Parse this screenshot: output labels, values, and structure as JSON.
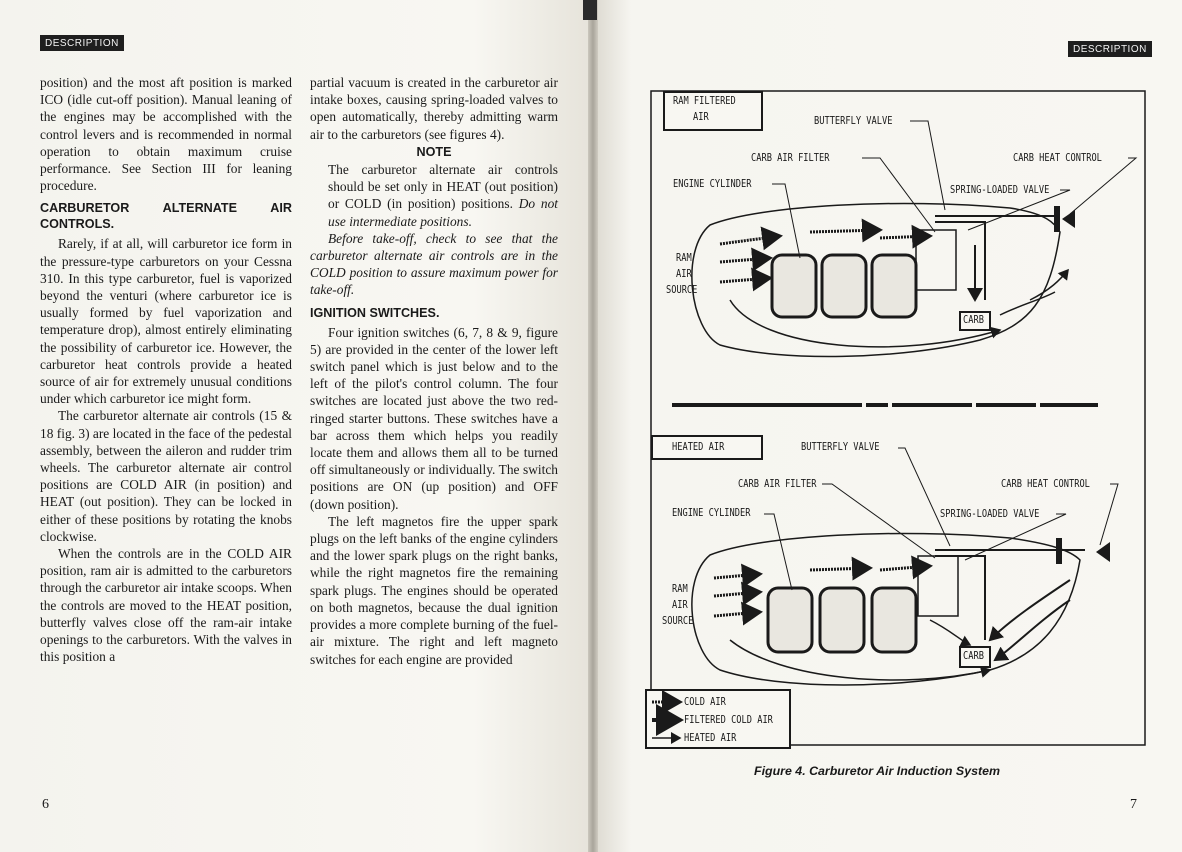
{
  "left_page": {
    "header": "DESCRIPTION",
    "page_number": "6",
    "col1": {
      "p1": "position) and the most aft position is marked ICO (idle cut-off position). Manual leaning of the engines may be accomplished with the control levers and is recommended in normal operation to obtain maximum cruise performance. See Section III for leaning procedure.",
      "heading": "CARBURETOR ALTERNATE AIR CONTROLS.",
      "p2": "Rarely, if at all, will carburetor ice form in the pressure-type carburetors on your Cessna 310. In this type carburetor, fuel is vaporized beyond the venturi (where carburetor ice is usually formed by fuel vaporization and temperature drop), almost entirely eliminating the possibility of carburetor ice. However, the carburetor heat controls provide a heated source of air for extremely unusual conditions under which carburetor ice might form.",
      "p3": "The carburetor alternate air controls (15 & 18 fig. 3) are located in the face of the pedestal assembly, between the aileron and rudder trim wheels. The carburetor alternate air control positions are COLD AIR (in position) and HEAT (out position). They can be locked in either of these positions by rotating the knobs clockwise.",
      "p4": "When the controls are in the COLD AIR position, ram air is admitted to the carburetors through the carburetor air intake scoops. When the controls are moved to the HEAT position, butterfly valves close off the ram-air intake openings to the carburetors. With the valves in this position a"
    },
    "col2": {
      "p1": "partial vacuum is created in the carburetor air intake boxes, causing spring-loaded valves to open automatically, thereby admitting warm air to the carburetors (see figures 4).",
      "note_title": "NOTE",
      "note_body_a": "The carburetor alternate air controls should be set only in HEAT (out position) or COLD (in position) positions.",
      "note_body_b": "Do not use intermediate positions.",
      "p2": "Before take-off, check to see that the carburetor alternate air controls are in the COLD position to assure maximum power for take-off.",
      "heading": "IGNITION SWITCHES.",
      "p3": "Four ignition switches (6, 7, 8 & 9, figure 5) are provided in the center of the lower left switch panel which is just below and to the left of the pilot's control column. The four switches are located just above the two red-ringed starter buttons. These switches have a bar across them which helps you readily locate them and allows them all to be turned off simultaneously or individually. The switch positions are ON (up position) and OFF (down position).",
      "p4": "The left magnetos fire the upper spark plugs on the left banks of the engine cylinders and the lower spark plugs on the right banks, while the right magnetos fire the remaining spark plugs. The engines should be operated on both magnetos, because the dual ignition provides a more complete burning of the fuel-air mixture. The right and left magneto switches for each engine are provided"
    }
  },
  "right_page": {
    "header": "DESCRIPTION",
    "page_number": "7",
    "top_diagram": {
      "mode_label_line1": "RAM FILTERED",
      "mode_label_line2": "AIR",
      "butterfly_valve": "BUTTERFLY VALVE",
      "carb_air_filter": "CARB AIR FILTER",
      "carb_heat_control": "CARB HEAT CONTROL",
      "engine_cylinder": "ENGINE CYLINDER",
      "spring_loaded_valve": "SPRING-LOADED VALVE",
      "ram": "RAM",
      "air": "AIR",
      "source": "SOURCE",
      "carb": "CARB"
    },
    "bottom_diagram": {
      "mode_label": "HEATED AIR",
      "butterfly_valve": "BUTTERFLY VALVE",
      "carb_air_filter": "CARB AIR FILTER",
      "carb_heat_control": "CARB HEAT CONTROL",
      "engine_cylinder": "ENGINE CYLINDER",
      "spring_loaded_valve": "SPRING-LOADED VALVE",
      "ram": "RAM",
      "air": "AIR",
      "source": "SOURCE",
      "carb": "CARB"
    },
    "legend": {
      "cold_air": "COLD AIR",
      "filtered_cold_air": "FILTERED COLD AIR",
      "heated_air": "HEATED AIR"
    },
    "caption": "Figure 4.  Carburetor Air Induction System"
  }
}
